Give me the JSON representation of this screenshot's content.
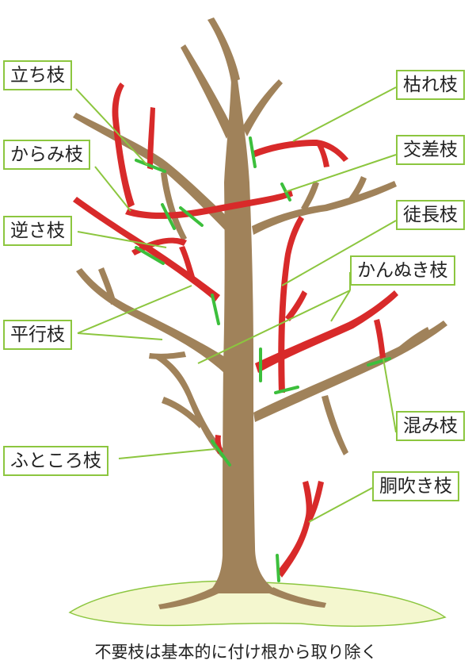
{
  "colors": {
    "trunk": "#a0825a",
    "unwanted": "#d82a2a",
    "leader": "#8cc63f",
    "cut": "#3cbf3c",
    "ground": "#f4f7cf",
    "ground_edge": "#8cc63f"
  },
  "labels": {
    "tachi": "立ち枝",
    "karami": "からみ枝",
    "gyaku": "逆さ枝",
    "heiko": "平行枝",
    "futokoro": "ふところ枝",
    "kare": "枯れ枝",
    "kosa": "交差枝",
    "tocho": "徒長枝",
    "kannuki": "かんぬき枝",
    "komi": "混み枝",
    "dobuki": "胴吹き枝"
  },
  "caption": "不要枝は基本的に付け根から取り除く"
}
